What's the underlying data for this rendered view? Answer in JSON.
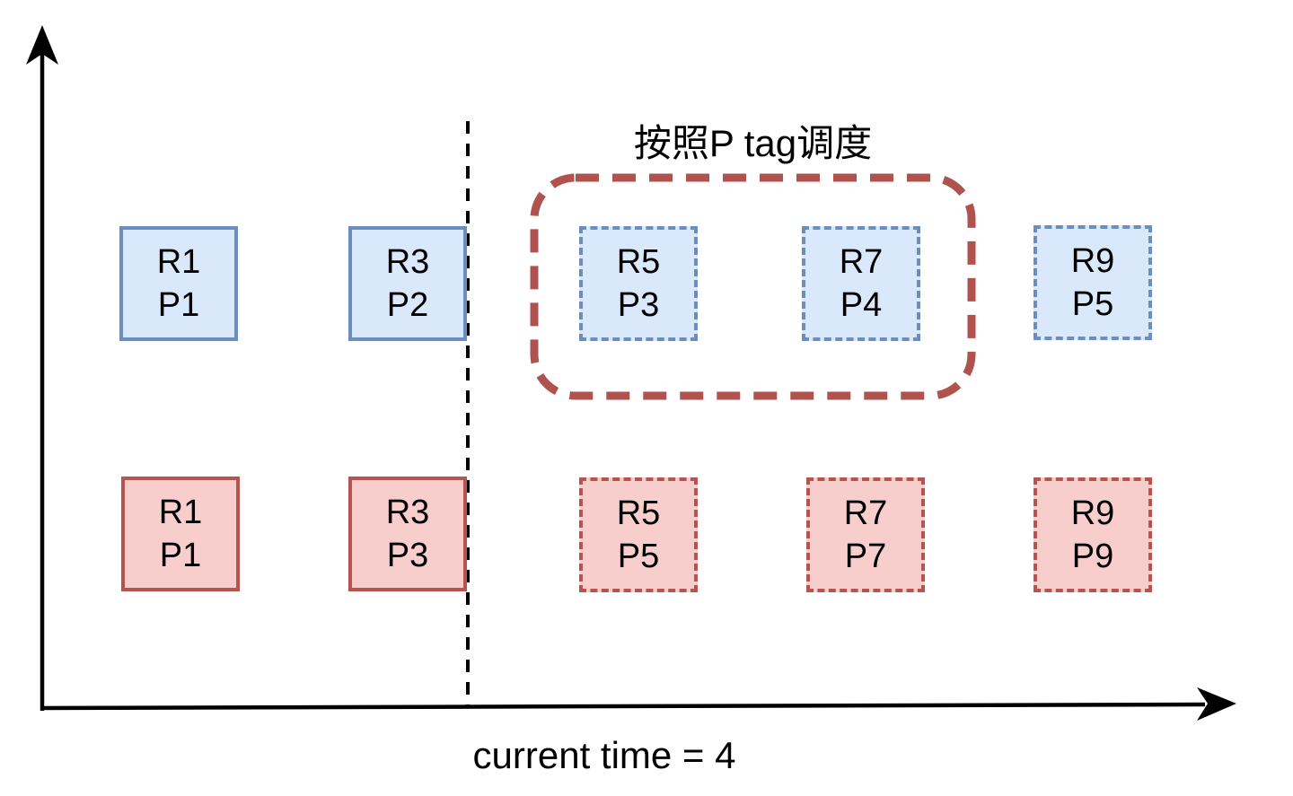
{
  "title": "按照P tag调度",
  "x_axis_label": "current time = 4",
  "colors": {
    "blue_fill": "#dae8fc",
    "blue_border": "#6c8ebf",
    "red_fill": "#f8cecc",
    "red_border": "#b85450",
    "group_outline": "#b0524e",
    "axis": "#000000"
  },
  "rows": [
    {
      "name": "resource-queue-blue",
      "boxes": [
        {
          "line1": "R1",
          "line2": "P1",
          "style": "solid"
        },
        {
          "line1": "R3",
          "line2": "P2",
          "style": "solid"
        },
        {
          "line1": "R5",
          "line2": "P3",
          "style": "dashed"
        },
        {
          "line1": "R7",
          "line2": "P4",
          "style": "dashed"
        },
        {
          "line1": "R9",
          "line2": "P5",
          "style": "dashed"
        }
      ]
    },
    {
      "name": "resource-queue-red",
      "boxes": [
        {
          "line1": "R1",
          "line2": "P1",
          "style": "solid"
        },
        {
          "line1": "R3",
          "line2": "P3",
          "style": "solid"
        },
        {
          "line1": "R5",
          "line2": "P5",
          "style": "dashed"
        },
        {
          "line1": "R7",
          "line2": "P7",
          "style": "dashed"
        },
        {
          "line1": "R9",
          "line2": "P9",
          "style": "dashed"
        }
      ]
    }
  ]
}
